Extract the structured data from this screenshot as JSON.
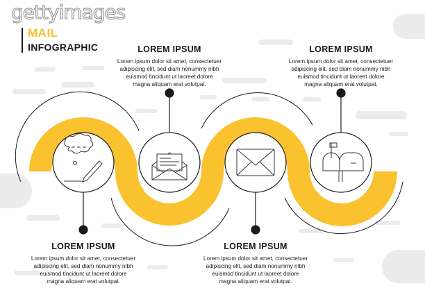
{
  "watermark": "gettyimages",
  "title": {
    "line1": "MAIL",
    "line2": "INFOGRAPHIC"
  },
  "colors": {
    "accent": "#f9c22e",
    "ink": "#1a1a1a",
    "bg_dash": "#ebebeb"
  },
  "steps": [
    {
      "icon": "thought-pencil-icon",
      "heading": "LOREM IPSUM",
      "lines": [
        "Lorem ipsum dolor sit amet, consectetuer",
        "adipiscing elit, sed diam nonummy nibh",
        "euismod tincidunt ut laoreet dolore",
        "magna aliquam erat volutpat."
      ]
    },
    {
      "icon": "open-envelope-letter-icon",
      "heading": "LOREM IPSUM",
      "lines": [
        "Lorem ipsum dolor sit amet, consectetuer",
        "adipiscing elit, sed diam nonummy nibh",
        "euismod tincidunt ut laoreet dolore",
        "magna aliquam erat volutpat."
      ]
    },
    {
      "icon": "envelope-icon",
      "heading": "LOREM IPSUM",
      "lines": [
        "Lorem ipsum dolor sit amet, consectetuer",
        "adipiscing elit, sed diam nonummy nibh",
        "euismod tincidunt ut laoreet dolore",
        "magna aliquam erat volutpat."
      ]
    },
    {
      "icon": "mailbox-icon",
      "heading": "LOREM IPSUM",
      "lines": [
        "Lorem ipsum dolor sit amet, consectetuer",
        "adipiscing elit, sed diam nonummy nibh",
        "euismod tincidunt ut laoreet dolore",
        "magna aliquam erat volutpat."
      ]
    }
  ]
}
